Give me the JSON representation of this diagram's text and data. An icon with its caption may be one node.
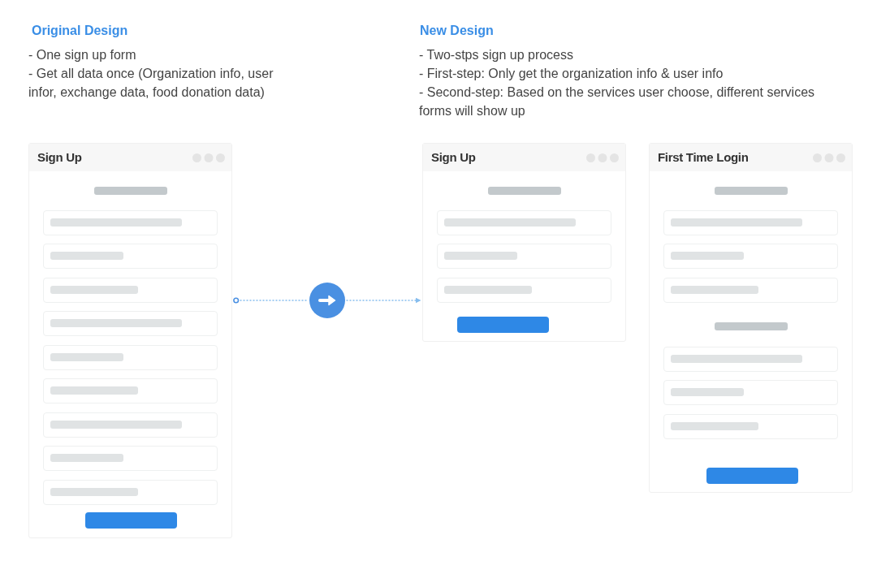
{
  "diagram": {
    "nodes": [
      {
        "text": [
          "Sign Up"
        ]
      },
      {
        "text": [],
        "shape": "circle"
      },
      {
        "text": [
          "Sign Up"
        ]
      },
      {
        "text": [
          "First Time Login"
        ]
      }
    ],
    "edges": [
      {
        "from": 0,
        "to": 1,
        "arrow": "other",
        "style": "dashed"
      },
      {
        "from": 1,
        "to": 2,
        "arrow": "to",
        "style": "dashed"
      }
    ],
    "labels": [
      "Original Design",
      "- One sign up form",
      "- Get all data once (Organization info, user infor, exchange data, food donation data)",
      "New Design",
      "- Two-stps sign up process",
      "- First-step: Only get the organization info & user info",
      "- Second-step: Based on the services user choose, different services forms will show up"
    ]
  }
}
